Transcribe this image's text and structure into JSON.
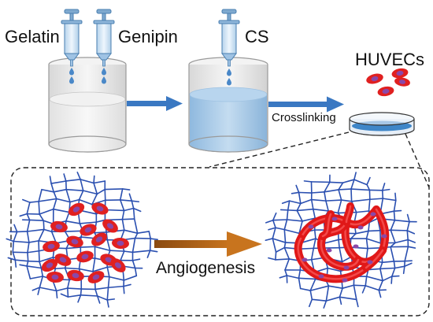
{
  "labels": {
    "gelatin": "Gelatin",
    "genipin": "Genipin",
    "cs": "CS",
    "huvecs": "HUVECs",
    "crosslinking": "Crosslinking",
    "angiogenesis": "Angiogenesis"
  },
  "colors": {
    "syringe_outline": "#4a7fb0",
    "syringe_body": "#cde2f3",
    "drop": "#4a88c8",
    "beaker_liquid_1": "#eeeeee",
    "beaker_liquid_2": "#a9cbe8",
    "flow_arrow": "#3a78c2",
    "angiogenesis_arrow": "#b05f14",
    "mesh": "#2a4fb0",
    "cell": "#e02020",
    "cell_nucleus": "#8a48a8",
    "dash": "#222222"
  },
  "icons": [
    "syringe-icon",
    "beaker-icon",
    "petri-dish-icon",
    "cell-icon",
    "mesh-network-icon",
    "vessel-network-icon"
  ]
}
